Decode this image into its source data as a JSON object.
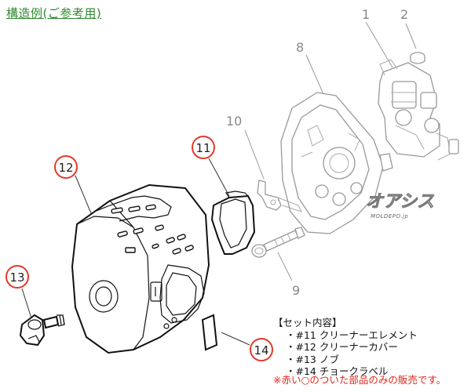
{
  "title": "構造例(ご参考用)",
  "parts": [
    {
      "no": "1",
      "circled": false
    },
    {
      "no": "2",
      "circled": false
    },
    {
      "no": "8",
      "circled": false
    },
    {
      "no": "9",
      "circled": false
    },
    {
      "no": "10",
      "circled": false
    },
    {
      "no": "11",
      "circled": true
    },
    {
      "no": "12",
      "circled": true
    },
    {
      "no": "13",
      "circled": true
    },
    {
      "no": "14",
      "circled": true
    }
  ],
  "watermark": {
    "main": "オアシス",
    "sub": "MOLDEPO.jp"
  },
  "set_contents": {
    "heading": "【セット内容】",
    "items": [
      "・#11 クリーナーエレメント",
      "・#12 クリーナーカバー",
      "・#13 ノブ",
      "・#14 チョークラベル"
    ]
  },
  "note": "※赤い○のついた部品のみの販売です。",
  "colors": {
    "title": "#2f8a2f",
    "callout": "#e23a2a",
    "note": "#e0261a"
  }
}
